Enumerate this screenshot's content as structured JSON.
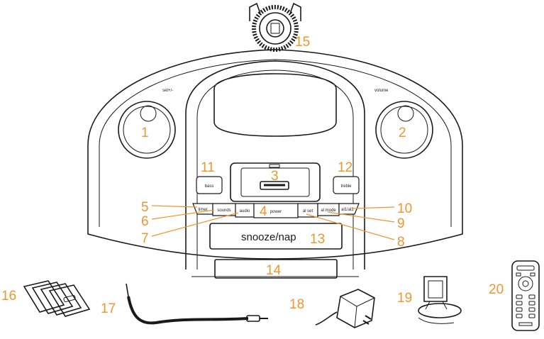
{
  "device_labels": {
    "set_label": "set+/-",
    "volume_label": "volume",
    "bass_button": "bass",
    "treble_button": "treble",
    "timer_button": "timer",
    "sounds_button": "sounds",
    "audio_button": "audio",
    "power_button": "power",
    "al_set_button": "al set",
    "al_mode_button": "al mode",
    "al_onoff_button": "al1/al2",
    "snooze_bar": "snooze/nap"
  },
  "callouts": [
    "1",
    "2",
    "3",
    "4",
    "5",
    "6",
    "7",
    "8",
    "9",
    "10",
    "11",
    "12",
    "13",
    "14",
    "15",
    "16",
    "17",
    "18",
    "19",
    "20"
  ],
  "colors": {
    "callout": "#f0962e",
    "line": "#1a1a1a",
    "background": "#ffffff"
  }
}
